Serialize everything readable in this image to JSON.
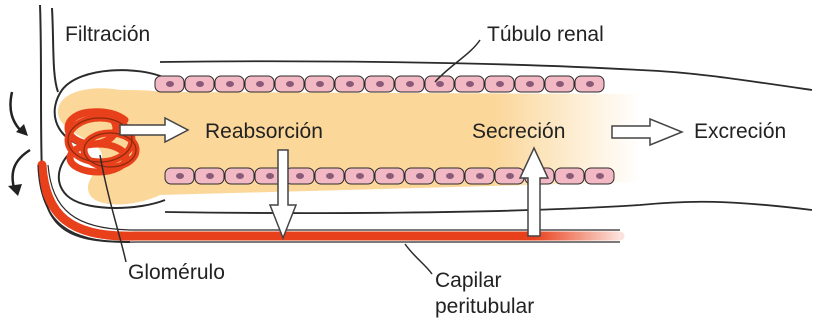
{
  "labels": {
    "filtracion": "Filtración",
    "tubulo_renal": "Túbulo renal",
    "reabsorcion": "Reabsorción",
    "secrecion": "Secreción",
    "excrecion": "Excreción",
    "glomerulo": "Glomérulo",
    "capilar": "Capilar",
    "peritubular": "peritubular"
  },
  "colors": {
    "tubule_fluid": "#fbd79a",
    "epithelial_cell": "#f2b9c5",
    "cell_nucleus": "#8a5a78",
    "blood_vessel": "#e8401b",
    "outline": "#2b2b2b"
  }
}
